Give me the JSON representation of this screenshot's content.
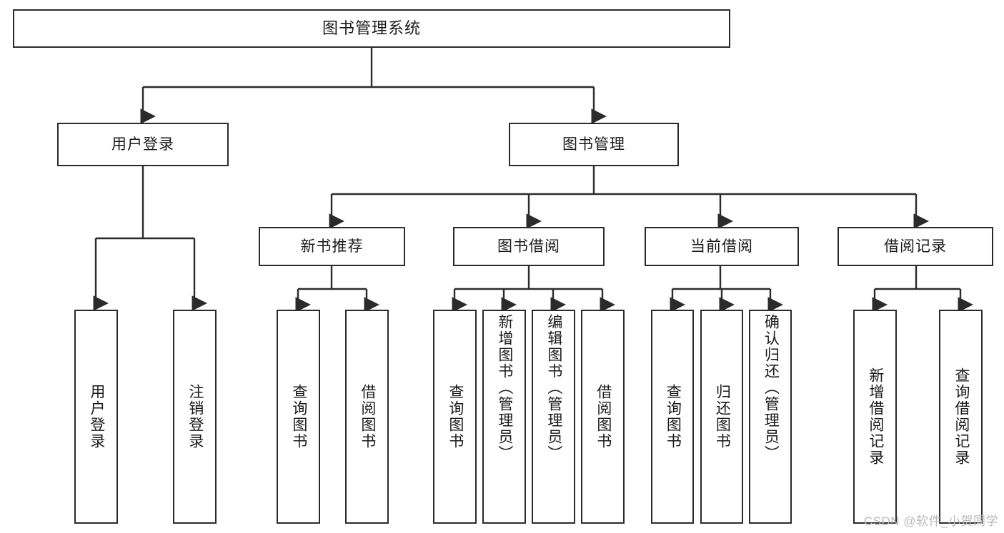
{
  "diagram": {
    "title": "图书管理系统",
    "type": "hierarchy-tree",
    "root": {
      "label": "图书管理系统"
    },
    "level2": [
      {
        "label": "用户登录"
      },
      {
        "label": "图书管理"
      }
    ],
    "level3": [
      {
        "label": "新书推荐"
      },
      {
        "label": "图书借阅"
      },
      {
        "label": "当前借阅"
      },
      {
        "label": "借阅记录"
      }
    ],
    "leaves_user_login": [
      {
        "label": "用户登录"
      },
      {
        "label": "注销登录"
      }
    ],
    "leaves_new_book": [
      {
        "label": "查询图书"
      },
      {
        "label": "借阅图书"
      }
    ],
    "leaves_borrow": [
      {
        "label": "查询图书"
      },
      {
        "label": "新增图书（管理员）"
      },
      {
        "label": "编辑图书（管理员）"
      },
      {
        "label": "借阅图书"
      }
    ],
    "leaves_current": [
      {
        "label": "查询图书"
      },
      {
        "label": "归还图书"
      },
      {
        "label": "确认归还（管理员）"
      }
    ],
    "leaves_records": [
      {
        "label": "新增借阅记录"
      },
      {
        "label": "查询借阅记录"
      }
    ]
  },
  "watermark": {
    "text": "CSDN @软件_小贺同学"
  },
  "colors": {
    "stroke": "#2b2b2b",
    "background": "#ffffff",
    "text": "#1a1a1a",
    "watermark": "#b9b9b9"
  }
}
